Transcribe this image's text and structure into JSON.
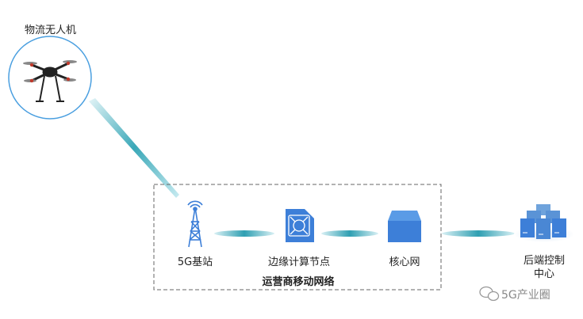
{
  "nodes": {
    "drone": {
      "label": "物流无人机"
    },
    "base_station": {
      "label": "5G基站"
    },
    "edge_node": {
      "label": "边缘计算节点"
    },
    "core_network": {
      "label": "核心网"
    },
    "control_center": {
      "label_line1": "后端控制",
      "label_line2": "中心"
    }
  },
  "group": {
    "label": "运营商移动网络"
  },
  "watermark": {
    "text": "5G产业圈"
  },
  "colors": {
    "accent_blue": "#3b7fd6",
    "link_teal": "#3aa8b8",
    "icon_blue": "#3d7fd8",
    "circle_border": "#4a9fe0"
  }
}
